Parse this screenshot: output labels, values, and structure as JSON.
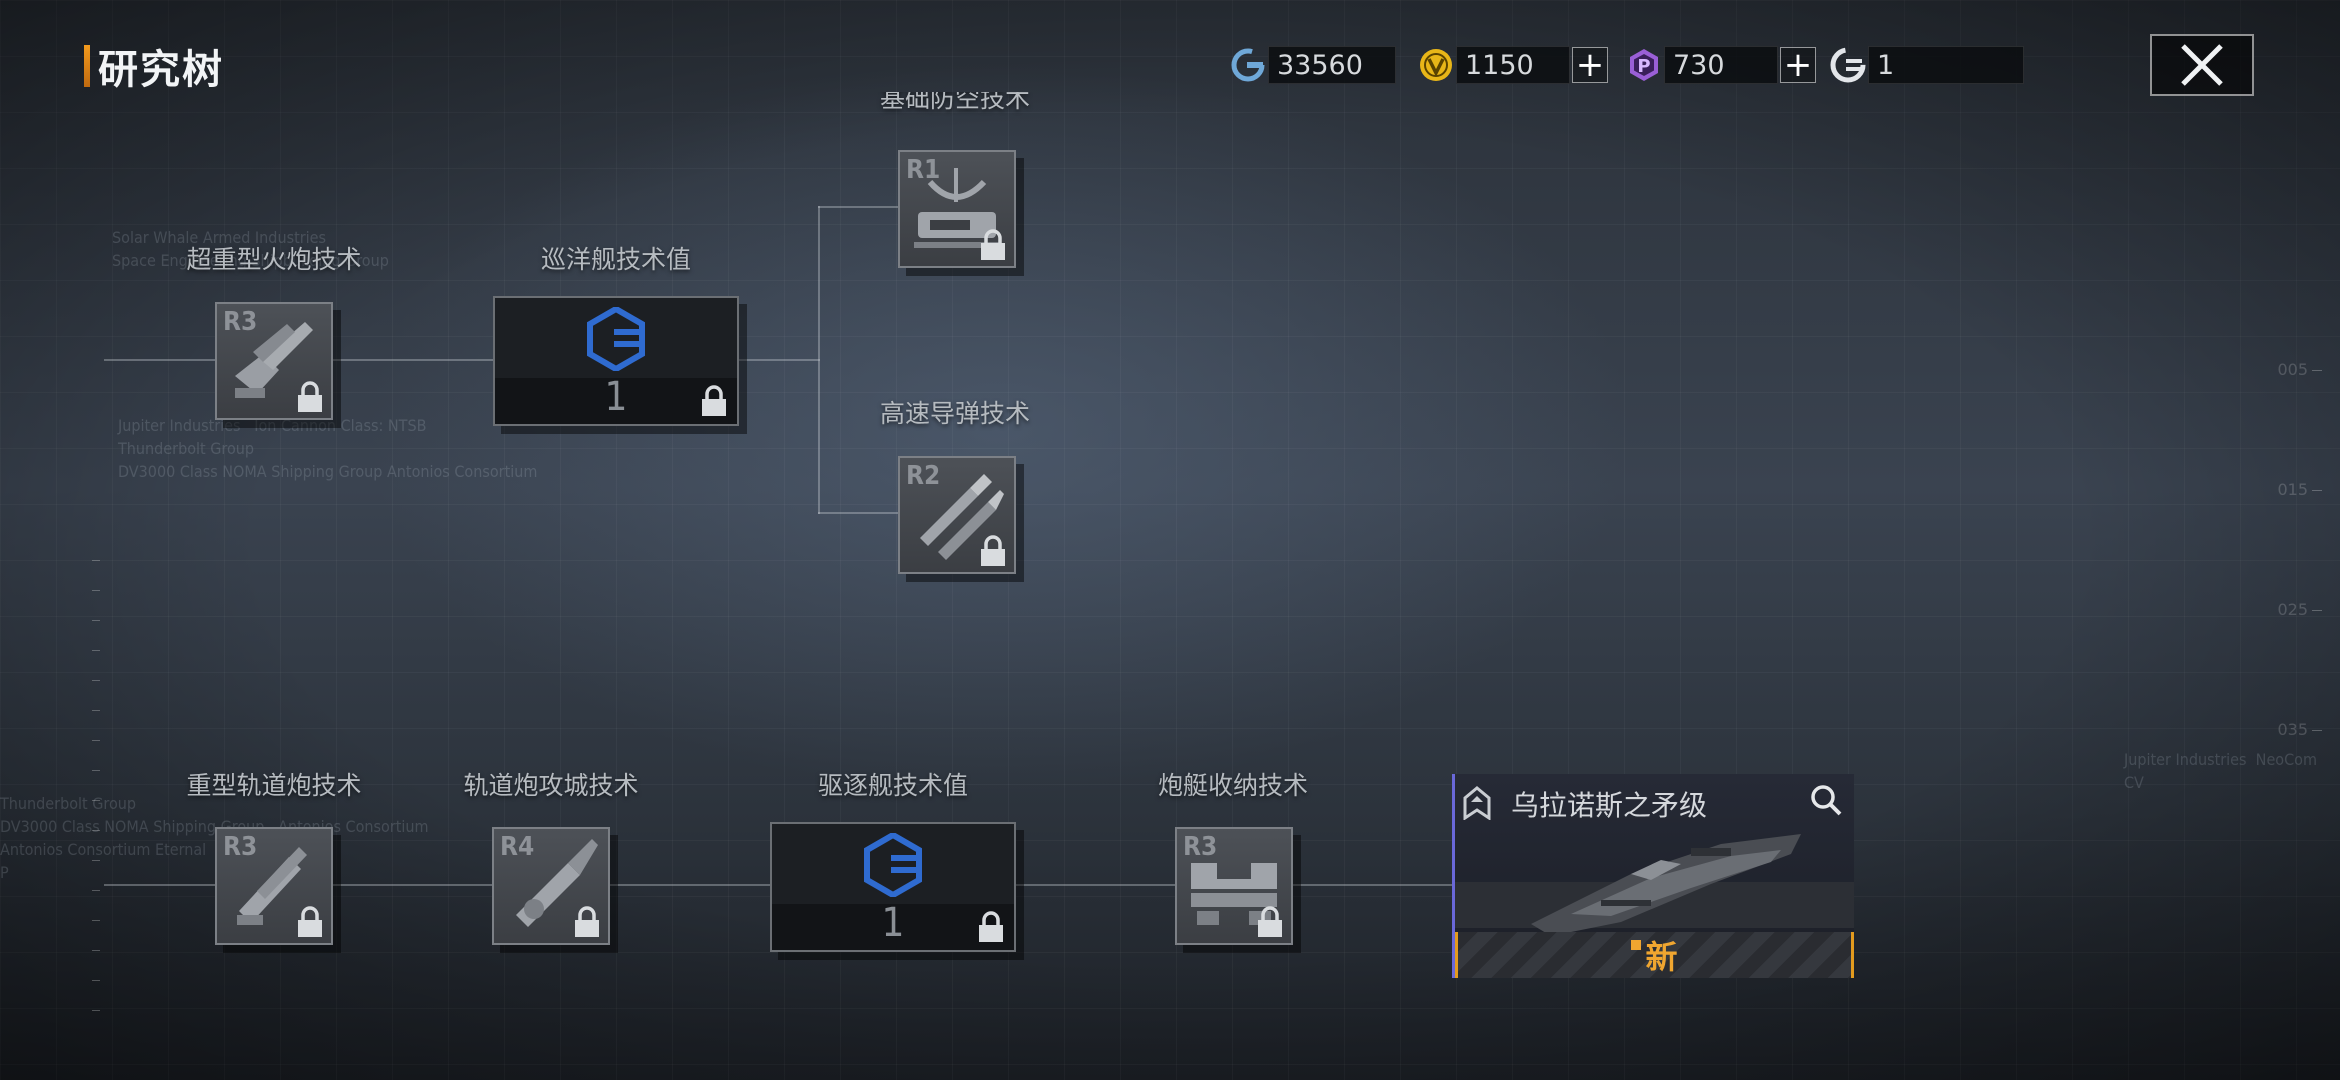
{
  "header": {
    "title": "研究树"
  },
  "resources": [
    {
      "icon": "credits-icon",
      "value": "33560",
      "has_plus": false
    },
    {
      "icon": "gold-coin-icon",
      "value": "1150",
      "has_plus": true
    },
    {
      "icon": "purple-p-icon",
      "value": "730",
      "has_plus": true
    },
    {
      "icon": "tech-point-icon",
      "value": "1",
      "has_plus": false
    }
  ],
  "tree": {
    "upper": {
      "heavy_cannon": {
        "label": "超重型火炮技术",
        "rank": "R3",
        "locked": true
      },
      "cruiser_value": {
        "label": "巡洋舰技术值",
        "value": "1",
        "locked": true
      },
      "base_defense": {
        "label": "基础防空技术",
        "rank": "R1",
        "locked": true
      },
      "fast_missile": {
        "label": "高速导弹技术",
        "rank": "R2",
        "locked": true
      }
    },
    "lower": {
      "heavy_railgun": {
        "label": "重型轨道炮技术",
        "rank": "R3",
        "locked": true
      },
      "railgun_siege": {
        "label": "轨道炮攻城技术",
        "rank": "R4",
        "locked": true
      },
      "destroyer_value": {
        "label": "驱逐舰技术值",
        "value": "1",
        "locked": true
      },
      "gunboat_storage": {
        "label": "炮艇收纳技术",
        "rank": "R3",
        "locked": true
      }
    }
  },
  "ship_card": {
    "name": "乌拉诺斯之矛级",
    "badge": "新"
  },
  "background_text": {
    "block1": "Solar Whale Armed Industries\nSpace Engineering Shipbuilding Group",
    "block2": "Jupiter Industries   Ion Cannon Class: NTSB\nThunderbolt Group\nDV3000 Class NOMA Shipping Group Antonios Consortium",
    "block3": "Thunderbolt Group\nDV3000 Class NOMA Shipping Group   Antonios Consortium\nAntonios Consortium Eternal\nP",
    "block4": "Jupiter Industries  NeoCom\nCV",
    "ruler_labels": [
      "005",
      "015",
      "025",
      "035"
    ]
  },
  "colors": {
    "accent_orange": "#f39a1d",
    "rarity_purple": "#6a68d9",
    "tech_blue": "#2f6bd0",
    "badge_orange": "#f0a630"
  }
}
